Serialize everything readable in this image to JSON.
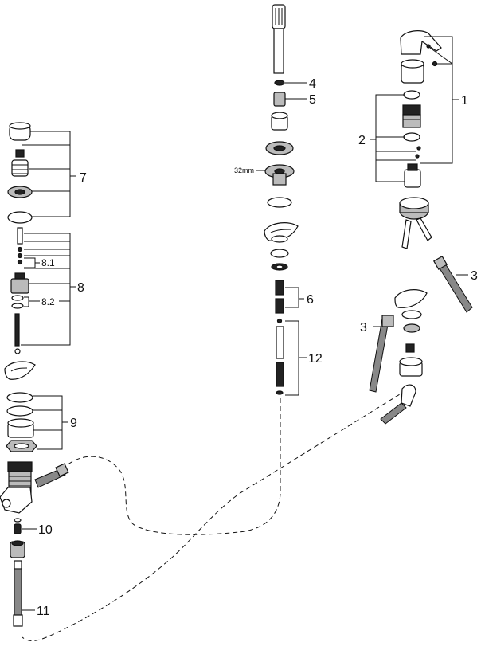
{
  "diagram": {
    "callouts": {
      "c1": "1",
      "c2": "2",
      "c3a": "3",
      "c3b": "3",
      "c4": "4",
      "c5": "5",
      "c6": "6",
      "c7": "7",
      "c8": "8",
      "c8_1": "8.1",
      "c8_2": "8.2",
      "c9": "9",
      "c10": "10",
      "c11": "11",
      "c12": "12"
    },
    "dimension": "32mm"
  }
}
